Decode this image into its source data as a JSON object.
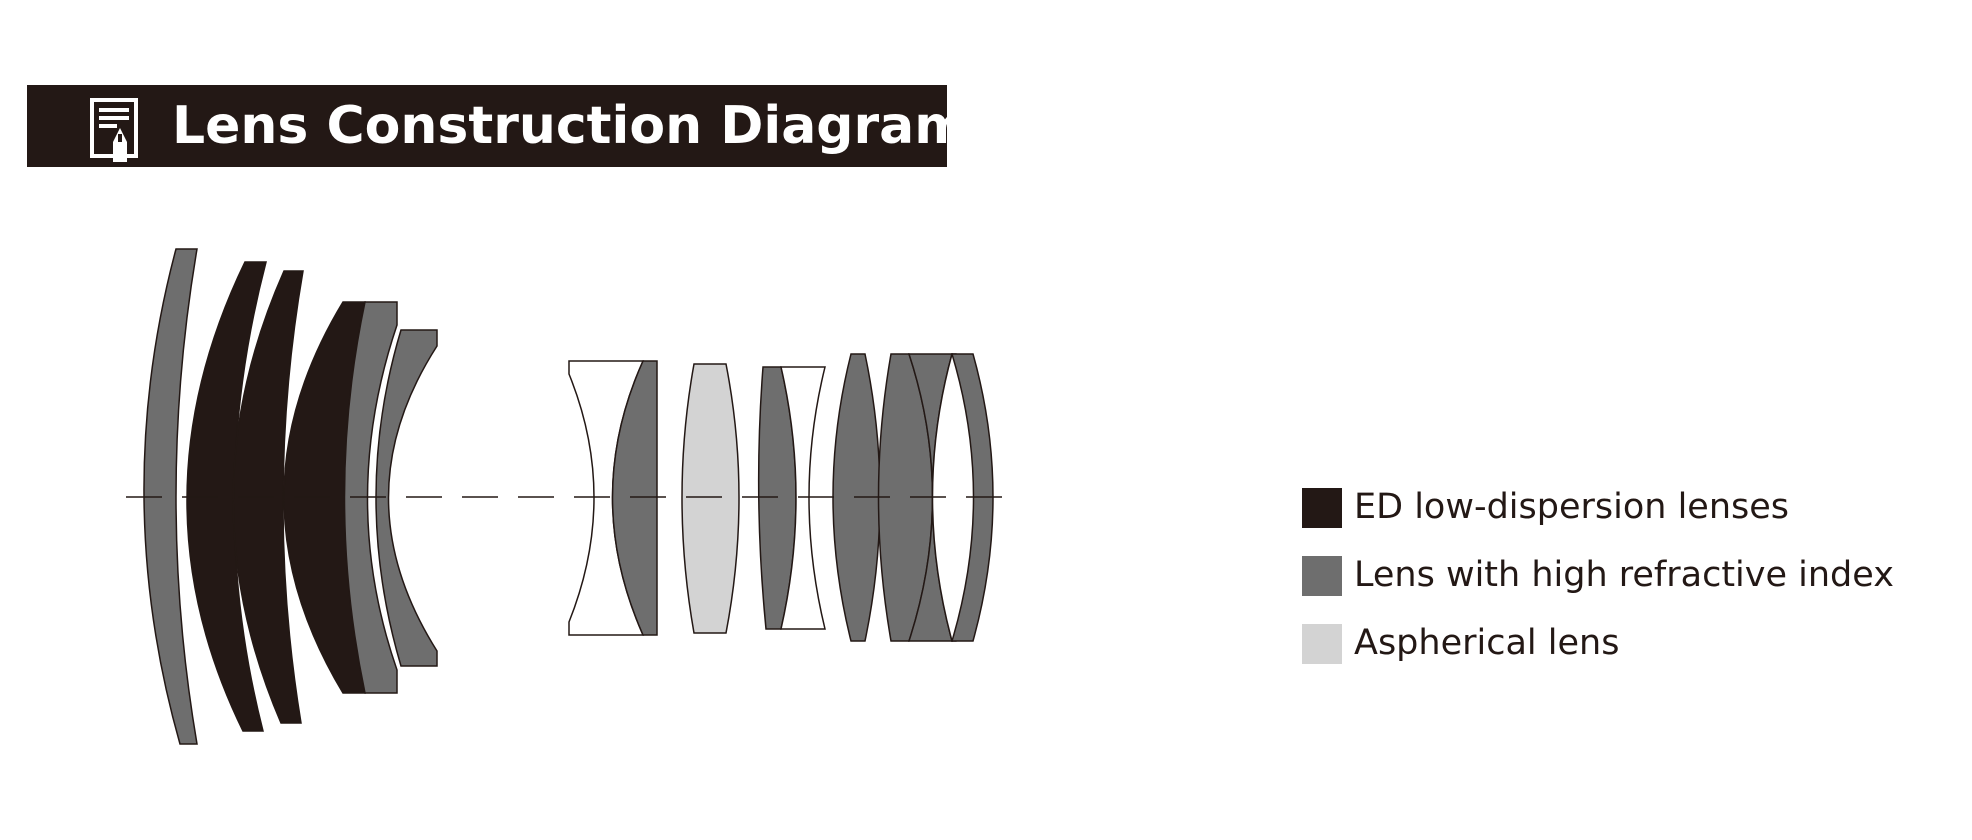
{
  "header": {
    "title": "Lens Construction Diagram",
    "icon": "document-pen-icon"
  },
  "legend": {
    "items": [
      {
        "label": "ED low-dispersion lenses",
        "color": "#231815"
      },
      {
        "label": "Lens with high refractive index",
        "color": "#6e6e6e"
      },
      {
        "label": "Aspherical lens",
        "color": "#d3d3d3"
      }
    ]
  },
  "colors": {
    "ed": "#231815",
    "high_refractive": "#6e6e6e",
    "aspherical": "#d3d3d3",
    "plain": "#ffffff",
    "outline": "#231815"
  }
}
